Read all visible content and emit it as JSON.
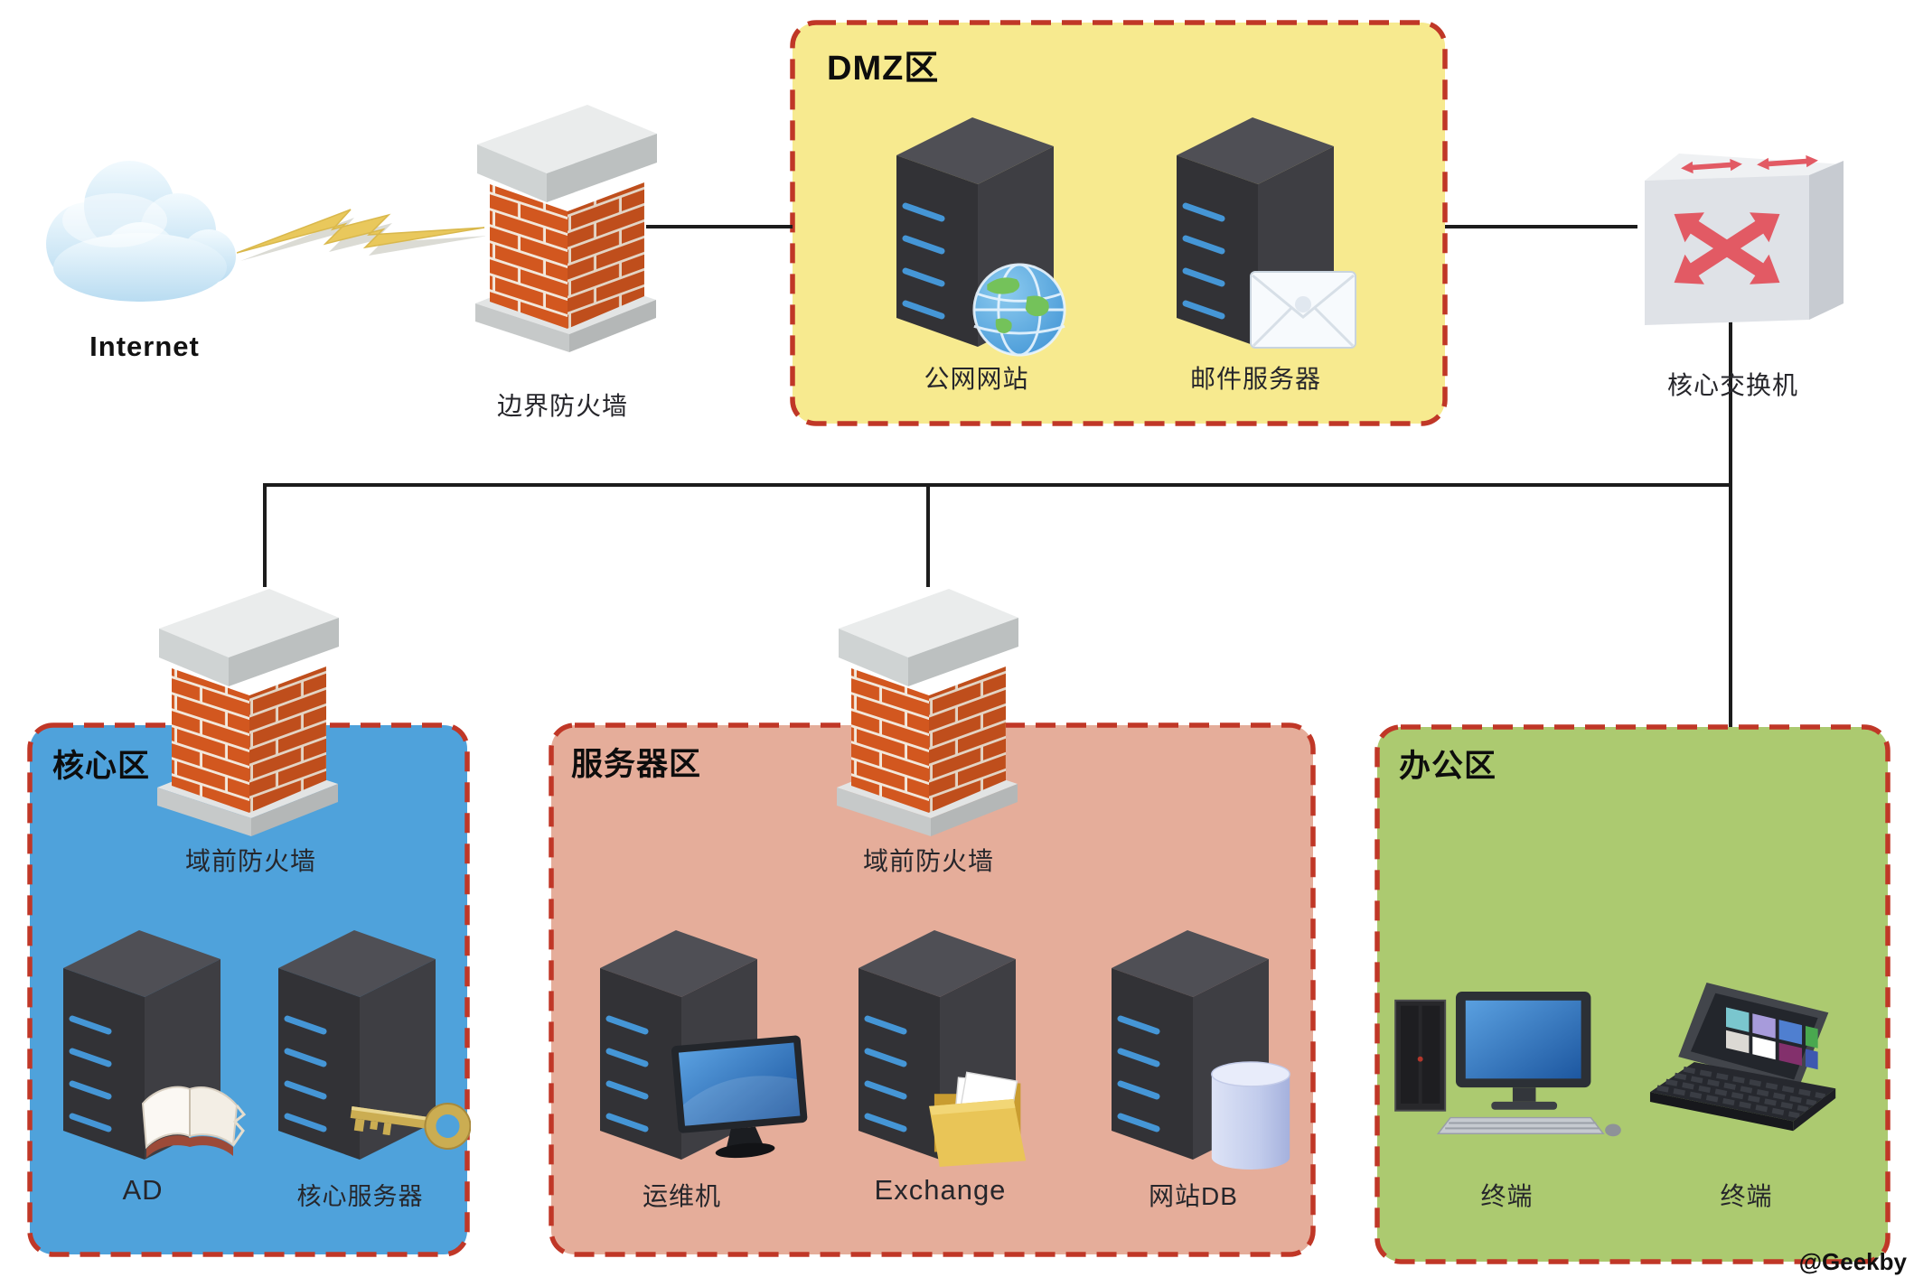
{
  "internet": {
    "label": "Internet"
  },
  "border_firewall": {
    "label": "边界防火墙"
  },
  "core_switch": {
    "label": "核心交换机"
  },
  "watermark": "@Geekby",
  "zones": {
    "dmz": {
      "label": "DMZ区",
      "bg": "#F7EA8F",
      "nodes": [
        {
          "label": "公网网站",
          "icon": "globe-server"
        },
        {
          "label": "邮件服务器",
          "icon": "mail-server"
        }
      ]
    },
    "core": {
      "label": "核心区",
      "bg": "#4FA2DB",
      "firewall_label": "域前防火墙",
      "nodes": [
        {
          "label": "AD",
          "icon": "book-server"
        },
        {
          "label": "核心服务器",
          "icon": "key-server"
        }
      ]
    },
    "servers": {
      "label": "服务器区",
      "bg": "#E5AD9A",
      "firewall_label": "域前防火墙",
      "nodes": [
        {
          "label": "运维机",
          "icon": "monitor-server"
        },
        {
          "label": "Exchange",
          "icon": "folder-server"
        },
        {
          "label": "网站DB",
          "icon": "database-server"
        }
      ]
    },
    "office": {
      "label": "办公区",
      "bg": "#ACCA70",
      "nodes": [
        {
          "label": "终端",
          "icon": "desktop-pc"
        },
        {
          "label": "终端",
          "icon": "laptop"
        }
      ]
    }
  },
  "colors": {
    "zone_border": "#C03727",
    "line": "#1C1C1C",
    "brick": "#D2571F",
    "switch_arrow": "#E25A64"
  }
}
